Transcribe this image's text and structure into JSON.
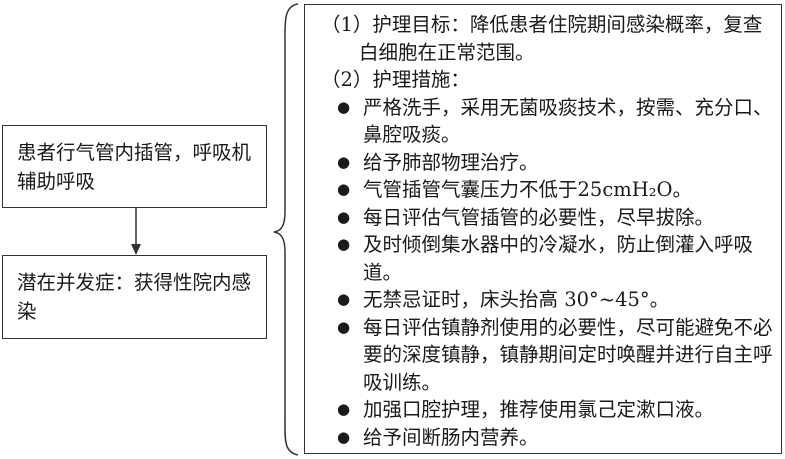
{
  "condition": {
    "text": "患者行气管内插管，呼吸机辅助呼吸"
  },
  "complication": {
    "text": "潜在并发症：获得性院内感染"
  },
  "care_plan": {
    "goal": "（1）护理目标：降低患者住院期间感染概率，复查白细胞在正常范围。",
    "measures_heading": "（2）护理措施：",
    "bullet_glyph": "●",
    "measures": [
      "严格洗手，采用无菌吸痰技术，按需、充分口、鼻腔吸痰。",
      "给予肺部物理治疗。",
      "气管插管气囊压力不低于25cmH₂O。",
      "每日评估气管插管的必要性，尽早拔除。",
      "及时倾倒集水器中的冷凝水，防止倒灌入呼吸道。",
      "无禁忌证时，床头抬高 30°~45°。",
      "每日评估镇静剂使用的必要性，尽可能避免不必要的深度镇静，镇静期间定时唤醒并进行自主呼吸训练。",
      "加强口腔护理，推荐使用氯己定漱口液。",
      "给予间断肠内营养。"
    ]
  }
}
